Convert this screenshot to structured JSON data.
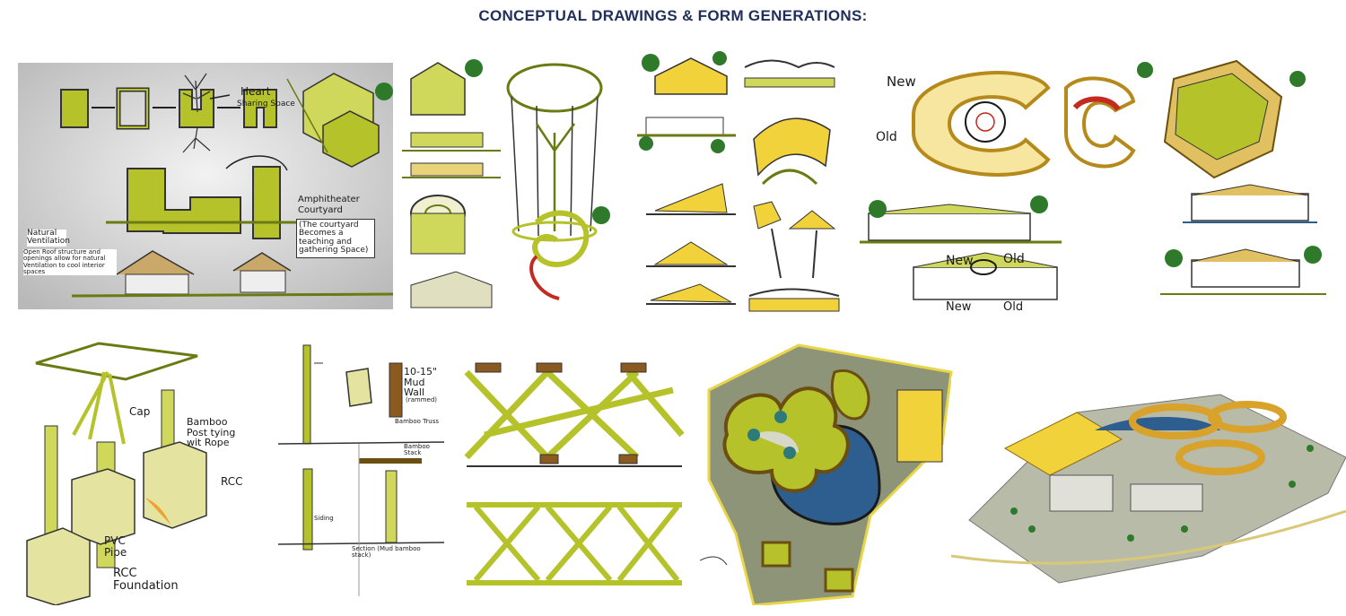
{
  "title": "CONCEPTUAL DRAWINGS  & FORM GENERATIONS:",
  "colors": {
    "title": "#1f2f5a",
    "bamboo": "#b5c22a",
    "bamboo_dark": "#6b7a12",
    "ink": "#1a1a1a",
    "roof_yellow": "#f2d23a",
    "water": "#2e5d8f",
    "accent_red": "#c42a1f",
    "palm": "#2f7a2a"
  },
  "panel1": {
    "heart": "Heart",
    "sharing": "Sharing Space",
    "amphitheater": "Amphitheater",
    "courtyard": "Courtyard",
    "courtyard_note": "(The courtyard Becomes a teaching and gathering Space)",
    "ventilation_title": "Natural Ventilation",
    "ventilation_note": "Open Roof structure and openings allow for natural Ventilation to cool interior spaces"
  },
  "panel4": {
    "new_1": "New",
    "old_1": "Old",
    "new_2": "New",
    "old_2": "Old",
    "new_3": "New",
    "old_3": "Old"
  },
  "panel5": {
    "cap": "Cap",
    "bamboo_post": "Bamboo Post tying wit Rope",
    "rcc": "RCC",
    "pvc_pipe": "PVC Pipe",
    "rcc_foundation": "RCC Foundation"
  },
  "panel6": {
    "wall_height": "10-15\" Mud Wall",
    "rammed": "(rammed)",
    "bamboo_truss": "Bamboo Truss",
    "bamboo_stack": "Bamboo Stack",
    "section": "Section (Mud bamboo stack)",
    "siding": "Siding"
  }
}
